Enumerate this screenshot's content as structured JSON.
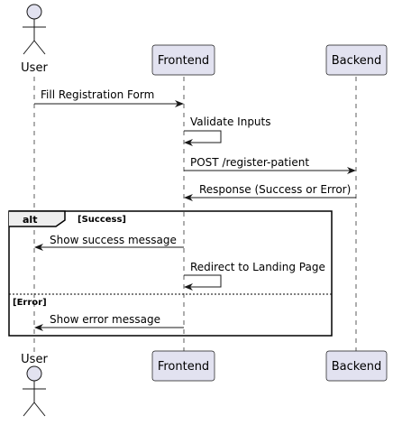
{
  "diagram": {
    "participants": {
      "user": "User",
      "frontend": "Frontend",
      "backend": "Backend"
    },
    "messages": {
      "m1": "Fill Registration Form",
      "m2": "Validate Inputs",
      "m3": "POST /register-patient",
      "m4": "Response (Success or Error)",
      "m5": "Show success message",
      "m6": "Redirect to Landing Page",
      "m7": "Show error message"
    },
    "fragment": {
      "operator": "alt",
      "guard_success": "[Success]",
      "guard_error": "[Error]"
    },
    "colors": {
      "participant_fill": "#E2E2F0",
      "participant_stroke": "#181818",
      "lifeline": "#181818",
      "line": "#181818"
    }
  }
}
